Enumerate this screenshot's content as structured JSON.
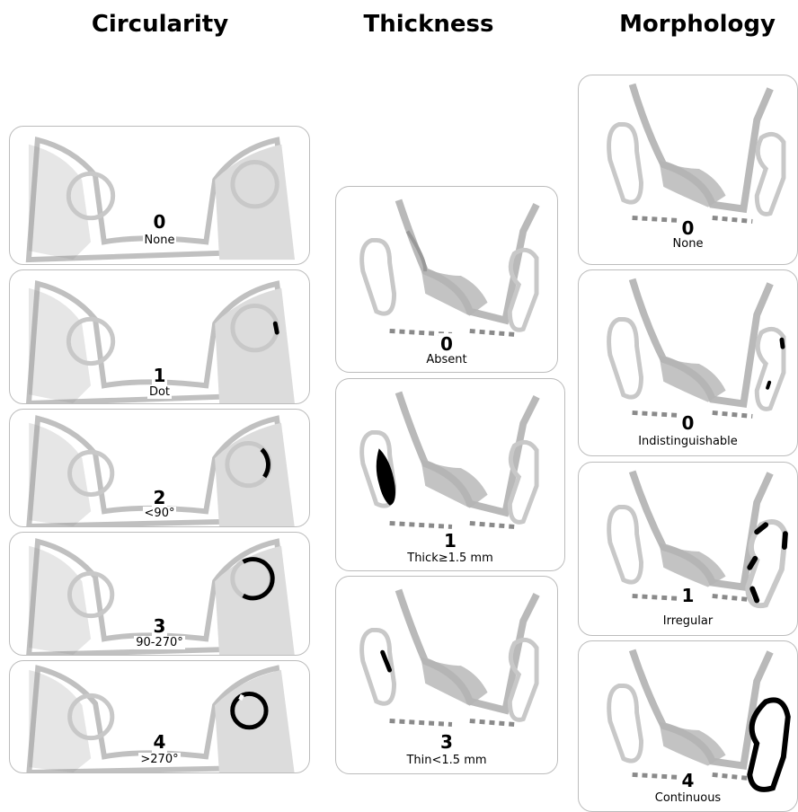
{
  "columns": [
    {
      "title": "Circularity",
      "panels": [
        {
          "score": "0",
          "label": "None"
        },
        {
          "score": "1",
          "label": "Dot"
        },
        {
          "score": "2",
          "label": "<90°"
        },
        {
          "score": "3",
          "label": "90-270°"
        },
        {
          "score": "4",
          "label": ">270°"
        }
      ]
    },
    {
      "title": "Thickness",
      "panels": [
        {
          "score": "0",
          "label": "Absent"
        },
        {
          "score": "1",
          "label": "Thick≥1.5 mm"
        },
        {
          "score": "3",
          "label": "Thin<1.5 mm"
        }
      ]
    },
    {
      "title": "Morphology",
      "panels": [
        {
          "score": "0",
          "label": "None"
        },
        {
          "score": "0",
          "label": "Indistinguishable"
        },
        {
          "score": "1",
          "label": "Irregular"
        },
        {
          "score": "4",
          "label": "Continuous"
        }
      ]
    }
  ],
  "colors": {
    "outline": "#c8c8c8",
    "tissue": "#7a7a7a",
    "calcium": "#000000",
    "frame": "#bcbcbc"
  }
}
